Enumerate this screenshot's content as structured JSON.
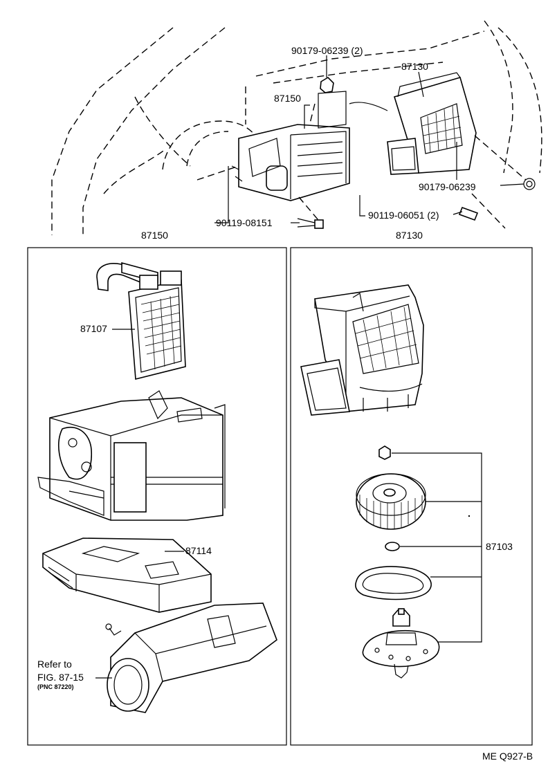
{
  "labels": {
    "top_bolt_2": "90179-06239 (2)",
    "top_blower_unit": "87130",
    "top_heater_unit": "87150",
    "top_nut_right": "90179-06239",
    "top_screw_left": "90119-08151",
    "top_screw_right": "90119-06051 (2)",
    "box_left_title": "87150",
    "box_right_title": "87130",
    "radiator_core": "87107",
    "case_lower": "87114",
    "motor_parts": "87103",
    "refer_line1": "Refer to",
    "refer_line2": "FIG. 87-15",
    "refer_line3": "(PNC 87220)",
    "figure_code": "ME Q927-B"
  }
}
